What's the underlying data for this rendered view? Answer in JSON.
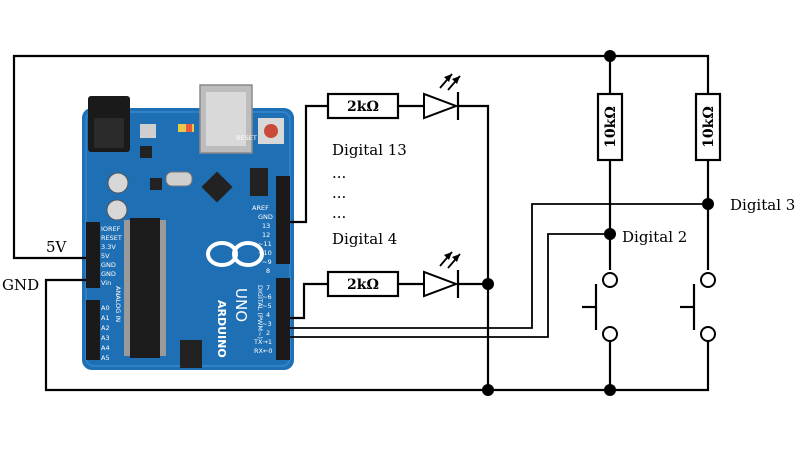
{
  "labels": {
    "v5": "5V",
    "gnd": "GND",
    "digital13": "Digital 13",
    "dots": [
      "...",
      "...",
      "..."
    ],
    "digital4": "Digital 4",
    "digital2": "Digital 2",
    "digital3": "Digital 3"
  },
  "resistors": {
    "led_top": "2kΩ",
    "led_bottom": "2kΩ",
    "pullup_a": "10kΩ",
    "pullup_b": "10kΩ"
  },
  "board": {
    "brand": "ARDUINO",
    "model": "UNO",
    "digital_label": "DIGITAL (PWM~)",
    "analog_label": "ANALOG IN",
    "header_pins_top": [
      "AREF",
      "GND",
      "13",
      "12",
      "~11",
      "~10",
      "~9",
      "8"
    ],
    "header_pins_bottom": [
      "7",
      "~6",
      "~5",
      "4",
      "~3",
      "2",
      "TX→1",
      "RX←0"
    ],
    "power_pins": [
      "IOREF",
      "RESET",
      "3.3V",
      "5V",
      "GND",
      "GND",
      "Vin"
    ],
    "analog_pins": [
      "A0",
      "A1",
      "A2",
      "A3",
      "A4",
      "A5"
    ],
    "reset_label": "RESET"
  },
  "colors": {
    "board": "#1f6fb4",
    "board_dark": "#175a94",
    "wire": "#000000",
    "background": "#ffffff"
  }
}
